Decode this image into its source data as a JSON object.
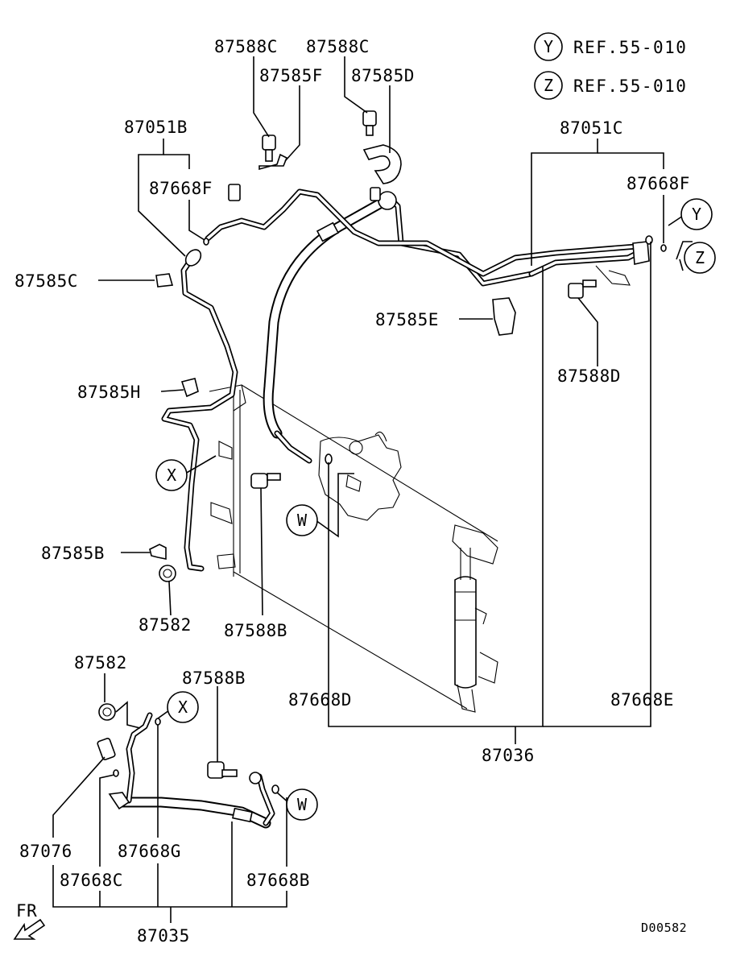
{
  "labels": {
    "p87588C_a": "87588C",
    "p87588C_b": "87588C",
    "p87585F": "87585F",
    "p87585D": "87585D",
    "p87051B": "87051B",
    "p87668F_a": "87668F",
    "p87585C": "87585C",
    "p87051C": "87051C",
    "p87668F_b": "87668F",
    "p87585E": "87585E",
    "p87588D": "87588D",
    "p87585H": "87585H",
    "p87585B": "87585B",
    "p87582_a": "87582",
    "p87588B_a": "87588B",
    "p87668D": "87668D",
    "p87668E": "87668E",
    "p87036": "87036",
    "p87582_b": "87582",
    "p87588B_b": "87588B",
    "p87076": "87076",
    "p87668G": "87668G",
    "p87668C": "87668C",
    "p87668B": "87668B",
    "p87035": "87035"
  },
  "refs": [
    {
      "letter": "Y",
      "text": "REF.55-010"
    },
    {
      "letter": "Z",
      "text": "REF.55-010"
    }
  ],
  "markers": {
    "x1": "X",
    "x2": "X",
    "w1": "W",
    "w2": "W",
    "y": "Y",
    "z": "Z"
  },
  "direction_label": "FR",
  "drawing_code": "D00582"
}
